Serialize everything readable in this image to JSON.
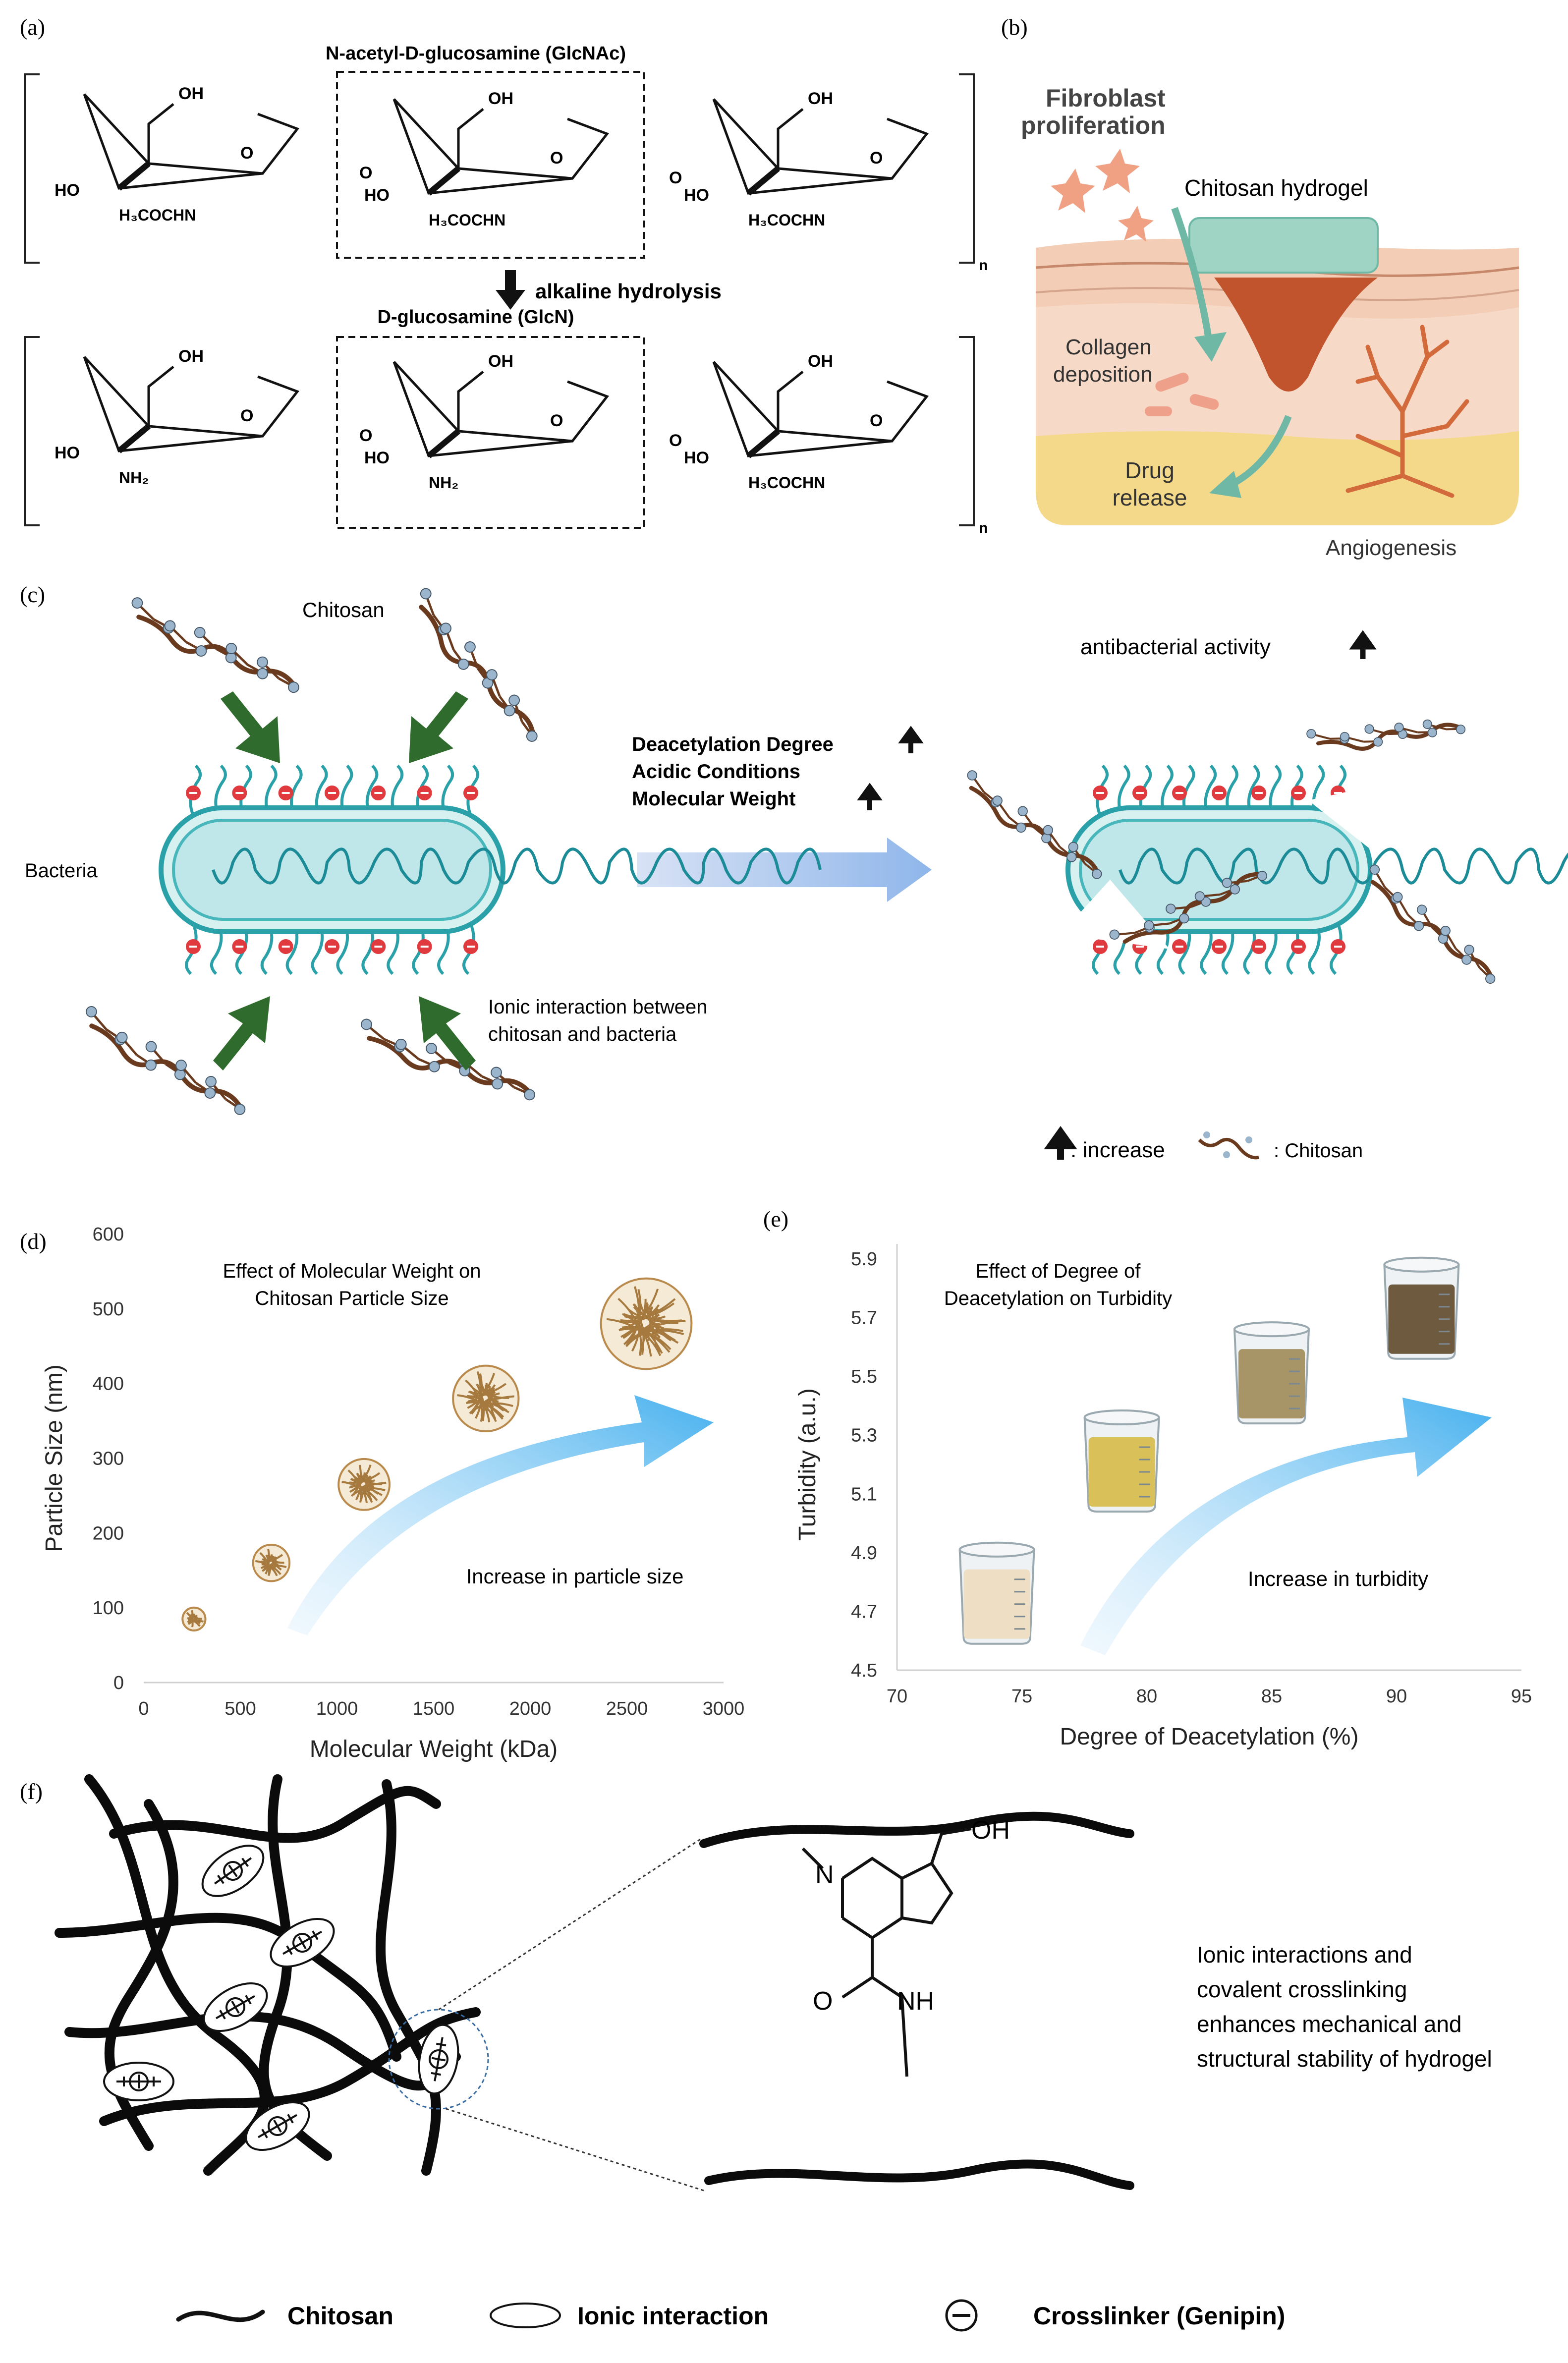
{
  "panels": {
    "a": {
      "label": "(a)",
      "glcnac_title": "N-acetyl-D-glucosamine (GlcNAc)",
      "glcn_title": "D-glucosamine (GlcN)",
      "reaction": "alkaline hydrolysis",
      "oh": "OH",
      "ho": "HO",
      "h3cochn": "H₃COCHN",
      "nh2": "NH₂",
      "ring_o": "O",
      "bridge_o": "O",
      "subscript_n": "n"
    },
    "b": {
      "label": "(b)",
      "fibroblast_line1": "Fibroblast",
      "fibroblast_line2": "proliferation",
      "hydrogel": "Chitosan hydrogel",
      "collagen_line1": "Collagen",
      "collagen_line2": "deposition",
      "drug_line1": "Drug",
      "drug_line2": "release",
      "angiogenesis": "Angiogenesis"
    },
    "c": {
      "label": "(c)",
      "chitosan": "Chitosan",
      "bacteria": "Bacteria",
      "factor1": "Deacetylation Degree",
      "factor2": "Acidic Conditions",
      "factor3": "Molecular Weight",
      "antibacterial": "antibacterial activity",
      "ionic_line1": "Ionic interaction between",
      "ionic_line2": "chitosan and bacteria",
      "legend_increase": ": increase",
      "legend_chitosan": ": Chitosan"
    },
    "d": {
      "label": "(d)",
      "annotation_line1": "Effect of Molecular Weight on",
      "annotation_line2": "Chitosan Particle Size",
      "arrow_text": "Increase in particle size"
    },
    "e": {
      "label": "(e)",
      "annotation_line1": "Effect of Degree of",
      "annotation_line2": "Deacetylation on Turbidity",
      "arrow_text": "Increase in turbidity"
    },
    "f": {
      "label": "(f)",
      "oh": "OH",
      "n": "N",
      "o": "O",
      "nh": "NH",
      "description": [
        "Ionic interactions and",
        "covalent crosslinking",
        "enhances mechanical and",
        "structural stability of hydrogel"
      ],
      "legend_chitosan": "Chitosan",
      "legend_ionic": "Ionic interaction",
      "legend_crosslinker": "Crosslinker (Genipin)"
    }
  },
  "chart_data": [
    {
      "type": "scatter",
      "xlabel": "Molecular Weight (kDa)",
      "ylabel": "Particle Size (nm)",
      "xlim": [
        0,
        3000
      ],
      "ylim": [
        0,
        600
      ],
      "x_ticks": [
        "0",
        "500",
        "1000",
        "1500",
        "2000",
        "2500",
        "3000"
      ],
      "y_ticks": [
        "0",
        "100",
        "200",
        "300",
        "400",
        "500",
        "600"
      ],
      "points": [
        {
          "x": 260,
          "y": 85,
          "r": 22
        },
        {
          "x": 660,
          "y": 160,
          "r": 35
        },
        {
          "x": 1140,
          "y": 265,
          "r": 49
        },
        {
          "x": 1770,
          "y": 380,
          "r": 63
        },
        {
          "x": 2600,
          "y": 480,
          "r": 87
        }
      ]
    },
    {
      "type": "scatter",
      "xlabel": "Degree of Deacetylation (%)",
      "ylabel": "Turbidity (a.u.)",
      "xlim": [
        70,
        95
      ],
      "ylim": [
        4.5,
        5.9
      ],
      "x_ticks": [
        "70",
        "75",
        "80",
        "85",
        "90",
        "95"
      ],
      "y_ticks": [
        "4.5",
        "4.7",
        "4.9",
        "5.1",
        "5.3",
        "5.5",
        "5.7",
        "5.9"
      ],
      "points": [
        {
          "x": 74,
          "y": 4.75,
          "color": "#eedfc4"
        },
        {
          "x": 79,
          "y": 5.2,
          "color": "#d9c059"
        },
        {
          "x": 85,
          "y": 5.5,
          "color": "#a79467"
        },
        {
          "x": 91,
          "y": 5.72,
          "color": "#6e5a3f"
        }
      ]
    }
  ],
  "colors": {
    "accent_blue": "#58b8ee",
    "chitosan_brown": "#6a3a1e",
    "bacteria_teal": "#2aa1a8",
    "green_arrow": "#2e6b2c",
    "skin_pink": "#f3cdb5",
    "fat_yellow": "#f5d98a"
  }
}
